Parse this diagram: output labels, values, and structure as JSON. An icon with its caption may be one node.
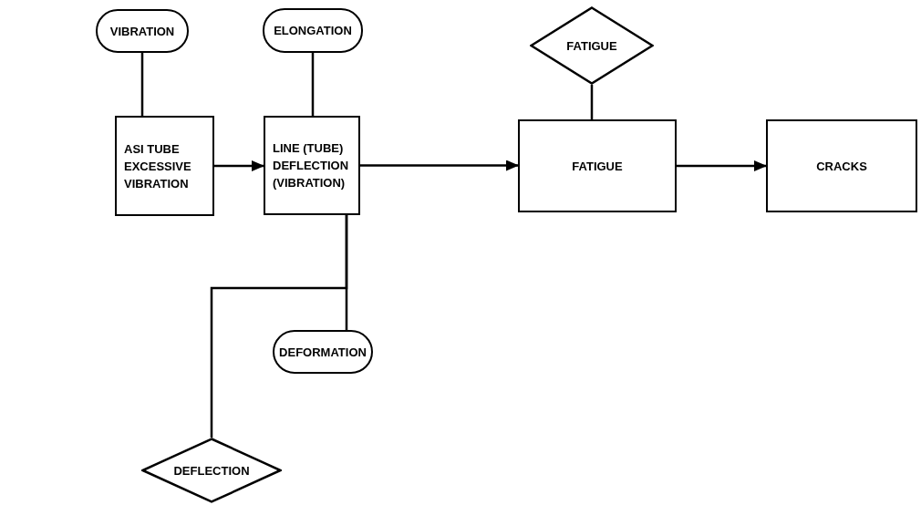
{
  "diagram": {
    "nodes": [
      {
        "text": [
          "VIBRATION"
        ]
      },
      {
        "text": [
          "ASI TUBE EXCESSIVE VIBRATION"
        ]
      },
      {
        "text": [
          "ELONGATION"
        ]
      },
      {
        "text": [
          "LINE (TUBE) DEFLECTION (VIBRATION)"
        ]
      },
      {
        "text": [
          "FATIGUE"
        ]
      },
      {
        "text": [
          "FATIGUE"
        ]
      },
      {
        "text": [
          "CRACKS"
        ]
      },
      {
        "text": [
          "DEFORMATION"
        ]
      },
      {
        "text": [
          "DEFLECTION"
        ]
      }
    ],
    "edges": [
      {
        "from": 0,
        "to": 1,
        "arrow": "none"
      },
      {
        "from": 2,
        "to": 3,
        "arrow": "none"
      },
      {
        "from": 4,
        "to": 5,
        "arrow": "none"
      },
      {
        "from": 1,
        "to": 3,
        "arrow": "to"
      },
      {
        "from": 3,
        "to": 5,
        "arrow": "to"
      },
      {
        "from": 5,
        "to": 6,
        "arrow": "to"
      },
      {
        "from": 3,
        "to": 7,
        "arrow": "none"
      },
      {
        "from": 3,
        "to": 8,
        "arrow": "none"
      }
    ]
  }
}
